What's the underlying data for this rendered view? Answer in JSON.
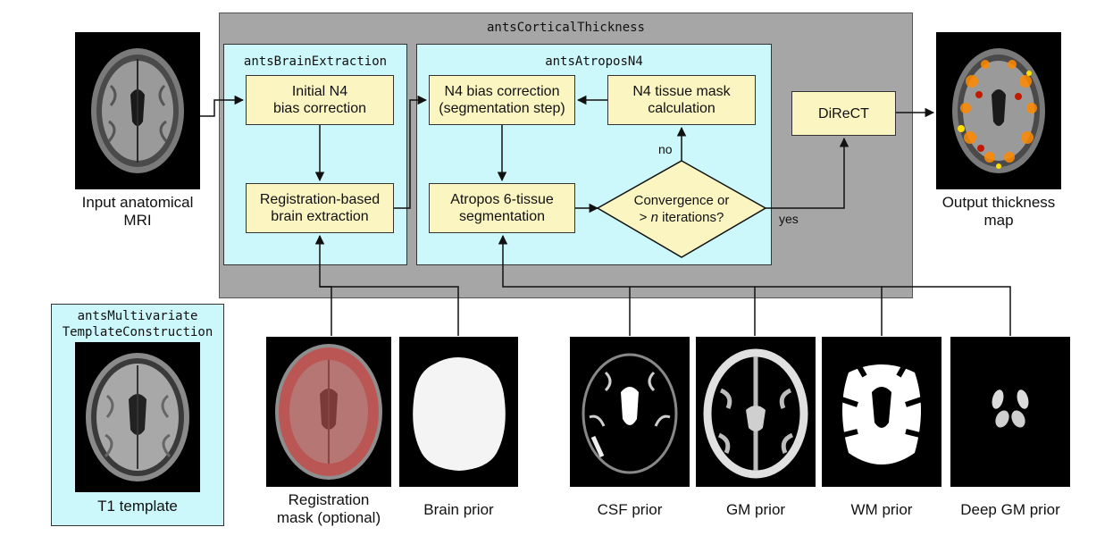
{
  "main_container": {
    "title": "antsCorticalThickness"
  },
  "brain_extraction": {
    "title": "antsBrainExtraction",
    "step1": "Initial N4\nbias correction",
    "step2": "Registration-based\nbrain extraction"
  },
  "atropos_n4": {
    "title": "antsAtroposN4",
    "n4_seg": "N4 bias correction\n(segmentation step)",
    "mask_calc": "N4 tissue mask\ncalculation",
    "segmentation": "Atropos 6-tissue\nsegmentation",
    "decision_line1": "Convergence or",
    "decision_line2_prefix": "> ",
    "decision_line2_var": "n",
    "decision_line2_suffix": " iterations?",
    "no_label": "no"
  },
  "direct": {
    "label": "DiReCT"
  },
  "yes_label": "yes",
  "template_container": {
    "title": "antsMultivariate\nTemplateConstruction"
  },
  "captions": {
    "input": "Input anatomical\nMRI",
    "output": "Output thickness\nmap",
    "t1_template": "T1 template",
    "registration_mask": "Registration\nmask (optional)",
    "brain_prior": "Brain prior",
    "csf_prior": "CSF prior",
    "gm_prior": "GM prior",
    "wm_prior": "WM prior",
    "deep_gm_prior": "Deep GM prior"
  },
  "colors": {
    "outer_container": "#a6a6a6",
    "module_container": "#ccf7fb",
    "process_box": "#fbf5c2",
    "mask_overlay": "#c0504d",
    "thickness_heat": "#ff8a00"
  }
}
